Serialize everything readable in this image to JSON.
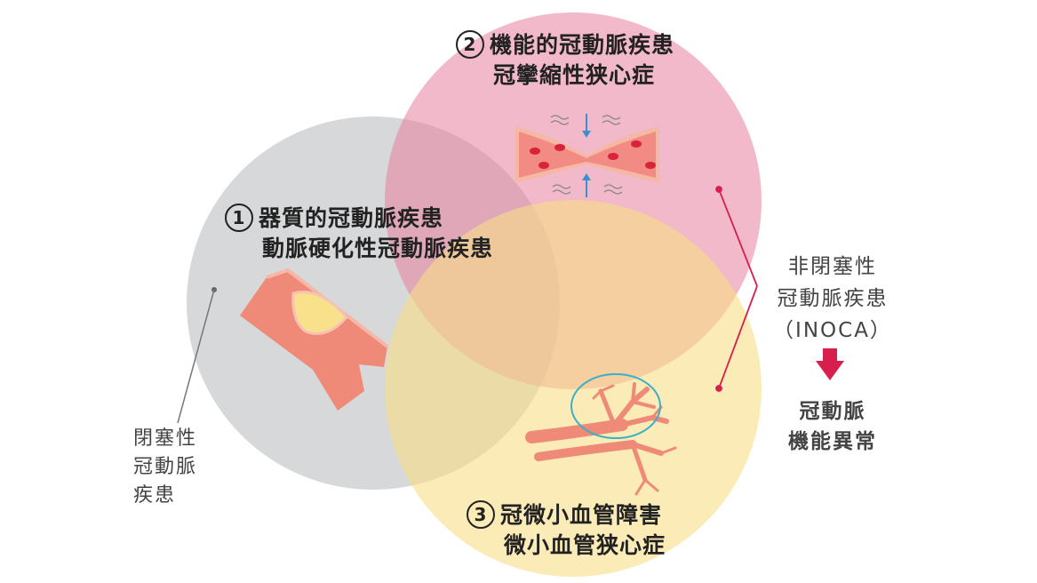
{
  "circle1": {
    "number": "1",
    "line1": "器質的冠動脈疾患",
    "line2": "動脈硬化性冠動脈疾患"
  },
  "circle2": {
    "number": "2",
    "line1": "機能的冠動脈疾患",
    "line2": "冠攣縮性狭心症"
  },
  "circle3": {
    "number": "3",
    "line1": "冠微小血管障害",
    "line2": "微小血管狭心症"
  },
  "left_label": {
    "lines": [
      "閉塞性",
      "冠動脈",
      "疾患"
    ]
  },
  "right_label": {
    "lines": [
      "非閉塞性",
      "冠動脈疾患",
      "（INOCA）"
    ],
    "result_lines": [
      "冠動脈",
      "機能異常"
    ]
  },
  "colors": {
    "gray_circle": "#c9cbcd",
    "pink_circle": "#e67f9c",
    "yellow_circle": "#f8dd86",
    "accent_red": "#d81e4c",
    "artery": "#ef8a78",
    "plaque": "#f9e08a"
  },
  "icons": [
    "atherosclerotic-artery-icon",
    "vasospasm-icon",
    "microvessel-icon",
    "down-arrow-icon"
  ]
}
